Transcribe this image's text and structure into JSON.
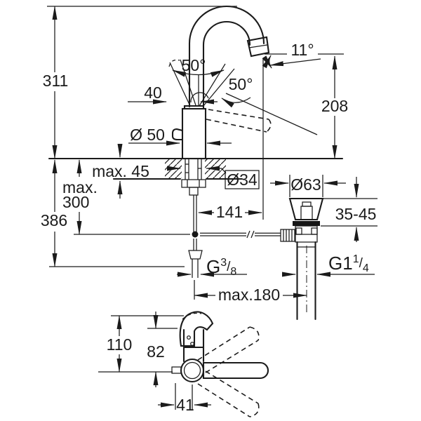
{
  "document": {
    "type": "technical-dimension-drawing",
    "background": "#ffffff",
    "line_color": "#1b1b1b"
  },
  "front_view": {
    "heights": {
      "total": "311",
      "spout_outlet": "208",
      "below_deck_total": "386",
      "rod_max_line1": "max.",
      "rod_max_line2": "300",
      "deck_max": "max. 45",
      "drain_clamp_range": "35-45"
    },
    "widths": {
      "handle": "40",
      "reach": "141",
      "spread_max": "max.180"
    },
    "diameters": {
      "base": "Ø 50",
      "hole": "Ø34",
      "drain_flange": "Ø63"
    },
    "angles": {
      "outlet": "11°",
      "lever_up": "50°",
      "lever_open": "50°"
    },
    "threads": {
      "supply": {
        "g": "G",
        "sup": "3",
        "slash": "/",
        "sub": "8"
      },
      "drain": {
        "g": "G1",
        "sup": "1",
        "slash": "/",
        "sub": "4"
      }
    }
  },
  "top_view": {
    "depth_overall": "110",
    "body_depth": "82",
    "handle_offset": "41"
  }
}
